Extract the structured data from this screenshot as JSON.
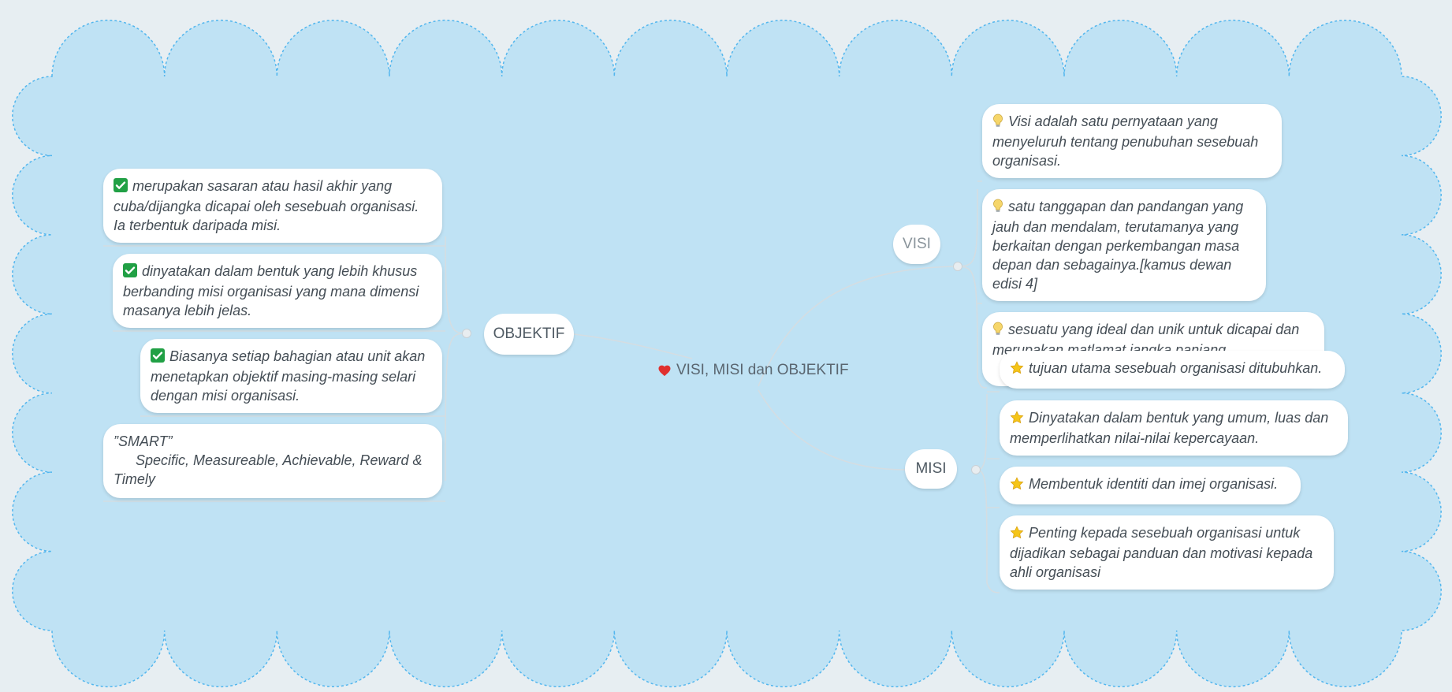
{
  "central_topic": {
    "title": "VISI, MISI dan OBJEKTIF",
    "icon": "heart-icon"
  },
  "colors": {
    "canvas": "#e7eef2",
    "cloud_fill": "#bfe2f4",
    "cloud_border": "#52b6ee",
    "connector": "#d4dde2",
    "heart": "#e0302e",
    "check": "#21a045",
    "star": "#f5c518",
    "bulb": "#f6d66a"
  },
  "branches": {
    "visi": {
      "label": "VISI",
      "icon": "lightbulb-icon",
      "items": [
        "Visi adalah satu pernyataan yang menyeluruh tentang penubuhan sesebuah organisasi.",
        "satu tanggapan dan pandangan yang jauh dan mendalam, terutamanya yang berkaitan dengan perkembangan masa depan dan sebagainya.[kamus dewan edisi 4]",
        "sesuatu yang ideal dan unik untuk dicapai dan merupakan matlamat jangka panjang"
      ]
    },
    "misi": {
      "label": "MISI",
      "icon": "star-icon",
      "items": [
        "tujuan utama sesebuah organisasi ditubuhkan.",
        "Dinyatakan dalam bentuk yang umum, luas dan memperlihatkan nilai-nilai kepercayaan.",
        "Membentuk identiti dan imej organisasi.",
        "Penting kepada sesebuah organisasi untuk dijadikan sebagai panduan dan motivasi kepada ahli organisasi"
      ]
    },
    "objektif": {
      "label": "OBJEKTIF",
      "icon": "check-mark-icon",
      "items": [
        "merupakan sasaran atau hasil akhir yang cuba/dijangka dicapai oleh sesebuah organisasi. Ia terbentuk daripada misi.",
        "dinyatakan dalam bentuk yang lebih khusus berbanding misi organisasi yang mana dimensi masanya lebih jelas.",
        "Biasanya setiap bahagian atau unit akan menetapkan objektif masing-masing selari dengan misi organisasi."
      ],
      "smart_title": "”SMART”",
      "smart_text": "Specific, Measureable, Achievable, Reward & Timely"
    }
  }
}
